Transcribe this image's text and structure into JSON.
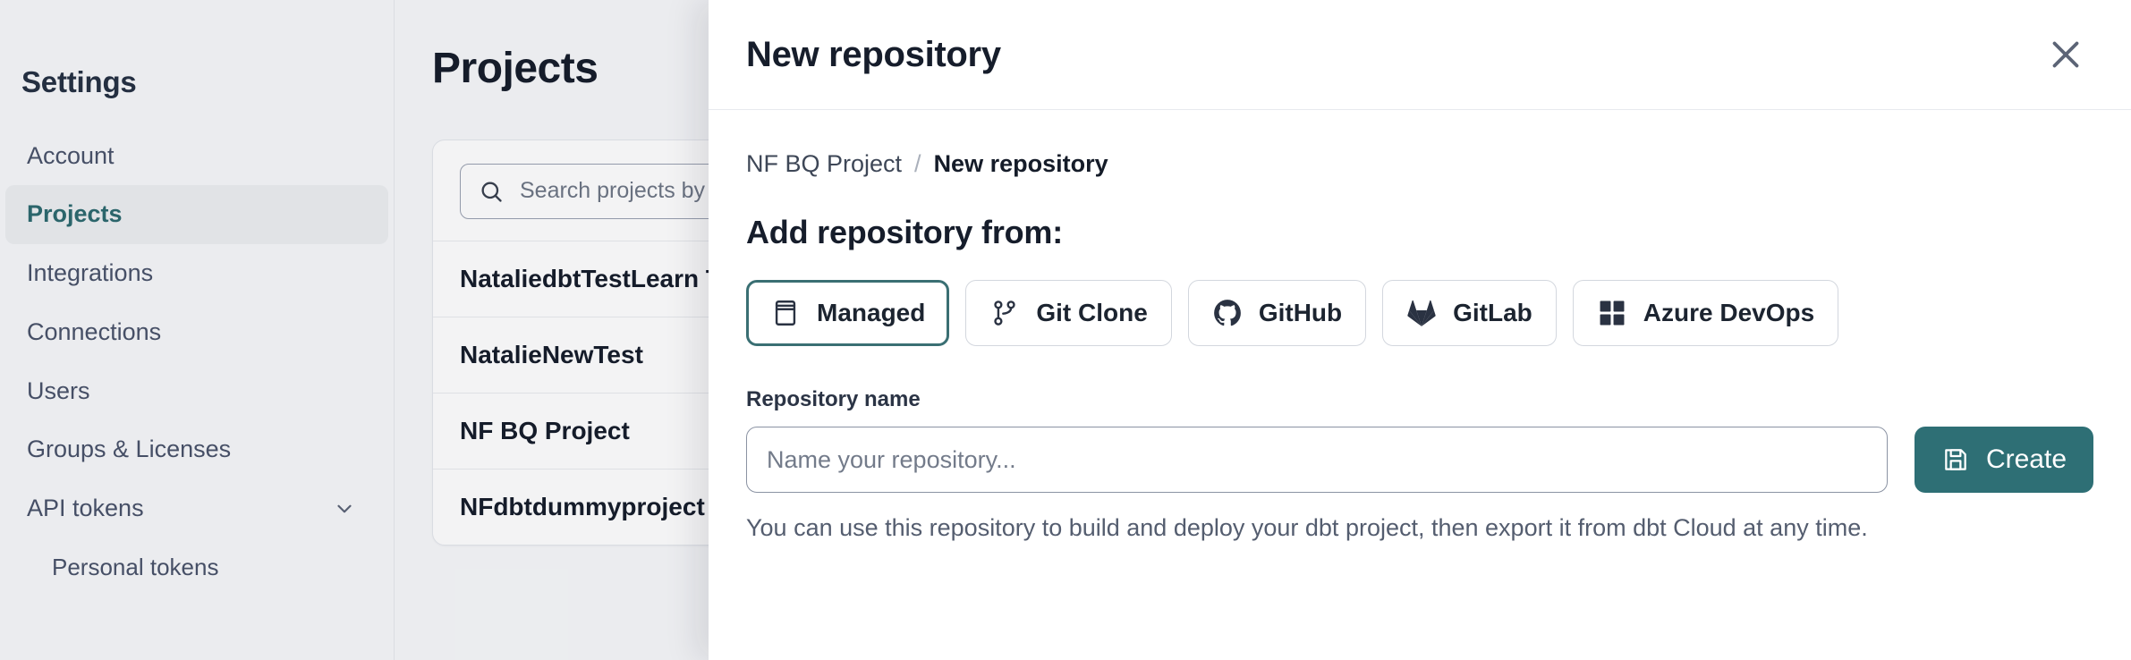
{
  "sidebar": {
    "title": "Settings",
    "items": [
      {
        "label": "Account",
        "active": false,
        "sub": false,
        "caret": false
      },
      {
        "label": "Projects",
        "active": true,
        "sub": false,
        "caret": false
      },
      {
        "label": "Integrations",
        "active": false,
        "sub": false,
        "caret": false
      },
      {
        "label": "Connections",
        "active": false,
        "sub": false,
        "caret": false
      },
      {
        "label": "Users",
        "active": false,
        "sub": false,
        "caret": false
      },
      {
        "label": "Groups & Licenses",
        "active": false,
        "sub": false,
        "caret": false
      },
      {
        "label": "API tokens",
        "active": false,
        "sub": false,
        "caret": true
      },
      {
        "label": "Personal tokens",
        "active": false,
        "sub": true,
        "caret": false
      }
    ]
  },
  "main": {
    "page_title": "Projects",
    "search": {
      "placeholder": "Search projects by name...",
      "value": "",
      "icon": "search-icon"
    },
    "projects": [
      {
        "name": "NataliedbtTestLearn T"
      },
      {
        "name": "NatalieNewTest"
      },
      {
        "name": "NF BQ Project"
      },
      {
        "name": "NFdbtdummyproject"
      }
    ]
  },
  "modal": {
    "title": "New repository",
    "close_icon": "close-icon",
    "breadcrumb": {
      "parent": "NF BQ Project",
      "separator": "/",
      "current": "New repository"
    },
    "section_title": "Add repository from:",
    "sources": [
      {
        "label": "Managed",
        "icon": "managed-repo-icon",
        "selected": true
      },
      {
        "label": "Git Clone",
        "icon": "git-branch-icon",
        "selected": false
      },
      {
        "label": "GitHub",
        "icon": "github-icon",
        "selected": false
      },
      {
        "label": "GitLab",
        "icon": "gitlab-icon",
        "selected": false
      },
      {
        "label": "Azure DevOps",
        "icon": "azure-devops-icon",
        "selected": false
      }
    ],
    "repository_name": {
      "label": "Repository name",
      "placeholder": "Name your repository...",
      "value": ""
    },
    "create_button": {
      "label": "Create",
      "icon": "save-icon"
    },
    "helper_text": "You can use this repository to build and deploy your dbt project, then export it from dbt Cloud at any time."
  },
  "colors": {
    "accent": "#2e6f75",
    "selected_border": "#3a6f73",
    "page_bg": "#f7f8fa",
    "text": "#161d2b"
  }
}
